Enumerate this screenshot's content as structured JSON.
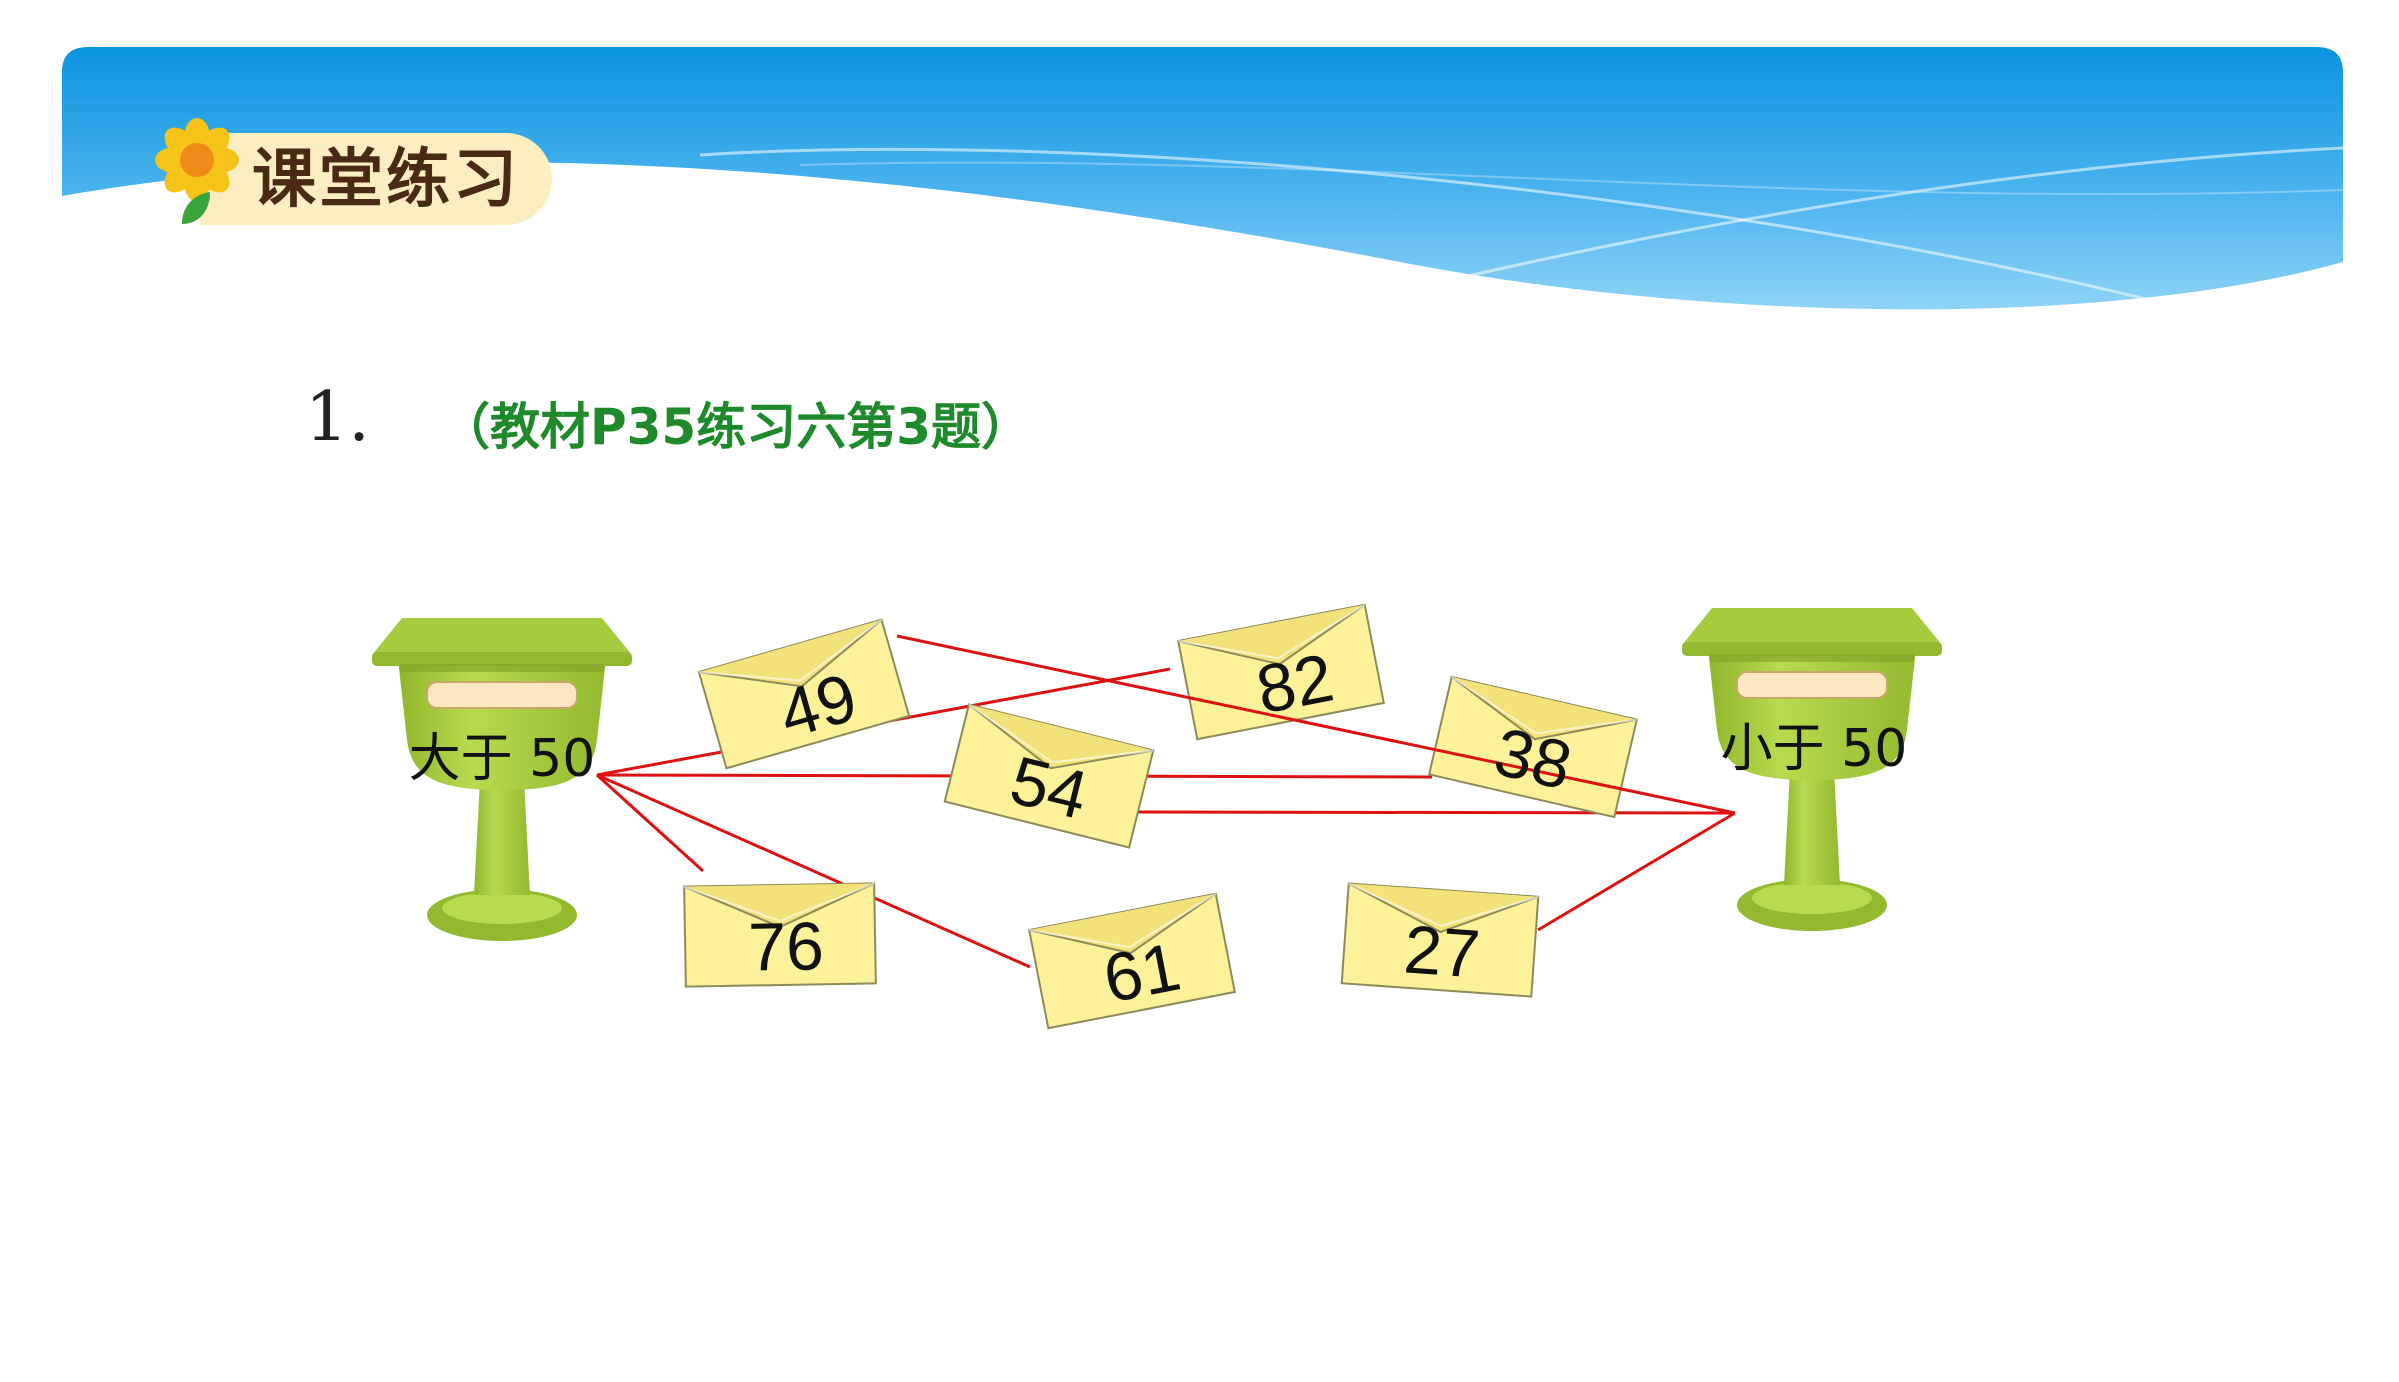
{
  "header": {
    "title": "课堂练习",
    "colors": {
      "banner_top": "#0a93e0",
      "banner_bottom": "#8fd3f7",
      "pill": "#fbeec0"
    }
  },
  "question": {
    "number": "1.",
    "reference": "（教材P35练习六第3题）"
  },
  "mailboxes": {
    "left_label": "大于 50",
    "right_label": "小于 50"
  },
  "envelopes": [
    {
      "number": "49"
    },
    {
      "number": "82"
    },
    {
      "number": "38"
    },
    {
      "number": "54"
    },
    {
      "number": "76"
    },
    {
      "number": "61"
    },
    {
      "number": "27"
    }
  ],
  "colors": {
    "connector_line": "#dd1111",
    "mailbox_green": "#a9cd3c",
    "envelope": "#fcf29a"
  }
}
